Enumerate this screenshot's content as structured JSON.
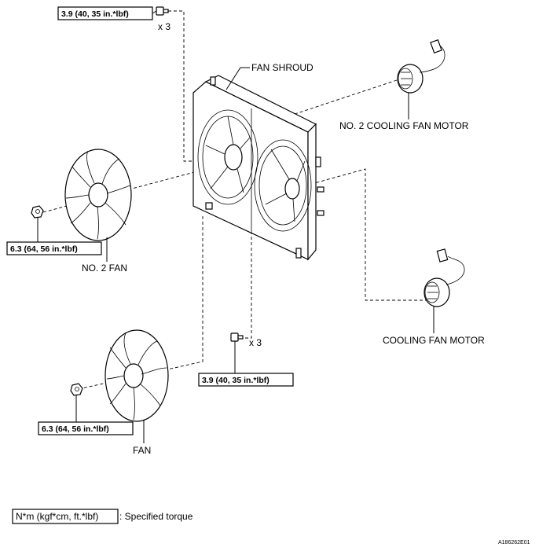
{
  "labels": {
    "fan_shroud": "FAN SHROUD",
    "no2_cooling_fan_motor": "NO. 2 COOLING FAN MOTOR",
    "cooling_fan_motor": "COOLING FAN MOTOR",
    "no2_fan": "NO. 2 FAN",
    "fan": "FAN"
  },
  "torque_boxes": {
    "top_bolt": "3.9 (40, 35 in.*lbf)",
    "no2_fan_nut": "6.3 (64, 56 in.*lbf)",
    "mid_bolt": "3.9 (40, 35 in.*lbf)",
    "fan_nut": "6.3 (64, 56 in.*lbf)"
  },
  "multipliers": {
    "top": "x 3",
    "mid": "x 3"
  },
  "legend": {
    "unit_box": "N*m (kgf*cm, ft.*lbf)",
    "description": ": Specified torque"
  },
  "figure_code": "A186262E01"
}
